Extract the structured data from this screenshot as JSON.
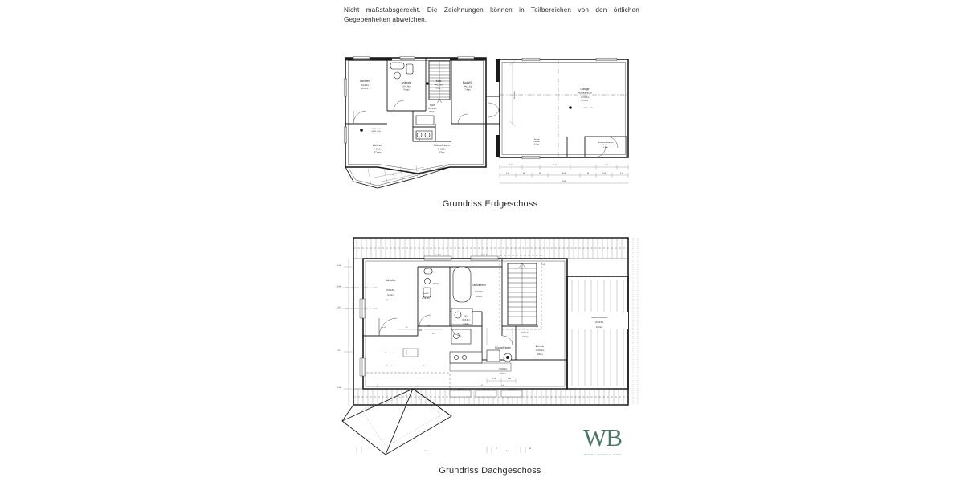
{
  "document": {
    "disclaimer": "Nicht maßstabsgerecht. Die Zeichnungen können in Teilbereichen von den örtlichen Gegebenheiten abweichen."
  },
  "plans": [
    {
      "id": "erdgeschoss",
      "caption": "Grundriss Erdgeschoss",
      "rooms": [
        {
          "name": "Schlafen",
          "line2": "Ü=14.6m",
          "line3": "13.1qm"
        },
        {
          "name": "Ankleide",
          "line2": "Ü=8.4m",
          "line3": "4.0qm"
        },
        {
          "name": "Kind",
          "line2": "Ü=13.9m",
          "line3": "9.1qm"
        },
        {
          "name": "Bad/WC",
          "line2": "Ü=11.2m",
          "line3": "7.4qm"
        },
        {
          "name": "Flur",
          "line2": "Ü=13.4m",
          "line3": "8.6qm"
        },
        {
          "name": "Wohnen",
          "line2": "Ü=21.8m",
          "line3": "37.4qm"
        },
        {
          "name": "Küche/Essen",
          "line2": "Ü=12.0m",
          "line3": "8.9qm"
        },
        {
          "name": "Garage",
          "line2": "Abstellraum",
          "line3": "Ü=37.0m",
          "line4": "61.5qm"
        },
        {
          "name": "Technik",
          "line2": "Ü=9.4m",
          "line3": "4.7qm"
        },
        {
          "name": "Hausanschlussraum",
          "line2": "Ü=8.9m",
          "line3": "4.1qm"
        }
      ],
      "dimension_chain": [
        "2.37",
        "4.47",
        "2.87",
        "1.87",
        "99",
        "99",
        "3.00",
        "99",
        "1.00",
        "1.44"
      ],
      "total_dimension": "11.46"
    },
    {
      "id": "dachgeschoss",
      "caption": "Grundriss Dachgeschoss",
      "rooms": [
        {
          "name": "Schlafen",
          "line2": "Ü=13.8m",
          "line3": "9.2qm",
          "line4": "Minatpliete"
        },
        {
          "name": "Bad/WC",
          "line2": "Ü=9.8m",
          "line3": "5.9qm"
        },
        {
          "name": "Gastzimmer",
          "line2": "Ü=15.3m",
          "line3": "10.3qm"
        },
        {
          "name": "WC",
          "line2": "Ü=4.8m",
          "line3": "2.9qm"
        },
        {
          "name": "Flur",
          "line2": "",
          "line3": ""
        },
        {
          "name": "Diele",
          "line2": "Ü=11.3m",
          "line3": "2.5qm"
        },
        {
          "name": "Küche/Essen",
          "line2": "Ü=26.3m",
          "line3": "26.5qm"
        },
        {
          "name": "Abst./Gard.",
          "line2": "Ü=10.1m",
          "line3": "4.8qm"
        },
        {
          "name": "Balkon/Dachterrasse",
          "line2": "Ü=18.5m",
          "line3": "17.2qm"
        },
        {
          "name": "Kaminofen",
          "line2": "",
          "line3": ""
        },
        {
          "name": "Minatpliete",
          "line2": "",
          "line3": ""
        },
        {
          "name": "Wohnen",
          "line2": "",
          "line3": ""
        }
      ],
      "window_labels": [
        "Stk 1.14",
        "Stk 1.14",
        "Stk 1.14",
        "Stk 1.14",
        "Stk 1.14"
      ],
      "left_levels": [
        "1.00",
        "2.00",
        "OK",
        "OK",
        "1.00"
      ],
      "dimension_chain": [
        "2.01",
        "1.5",
        "76",
        "2.01",
        "2.00",
        "17",
        "1.56",
        "4.94",
        "2.01"
      ],
      "bottom_dimensions": [
        "7.63",
        "17",
        "1.76",
        "24"
      ]
    }
  ],
  "logo": {
    "mark": "WB",
    "subtitle": "Wohnbau Immobilien GmbH",
    "color": "#4a7668"
  }
}
